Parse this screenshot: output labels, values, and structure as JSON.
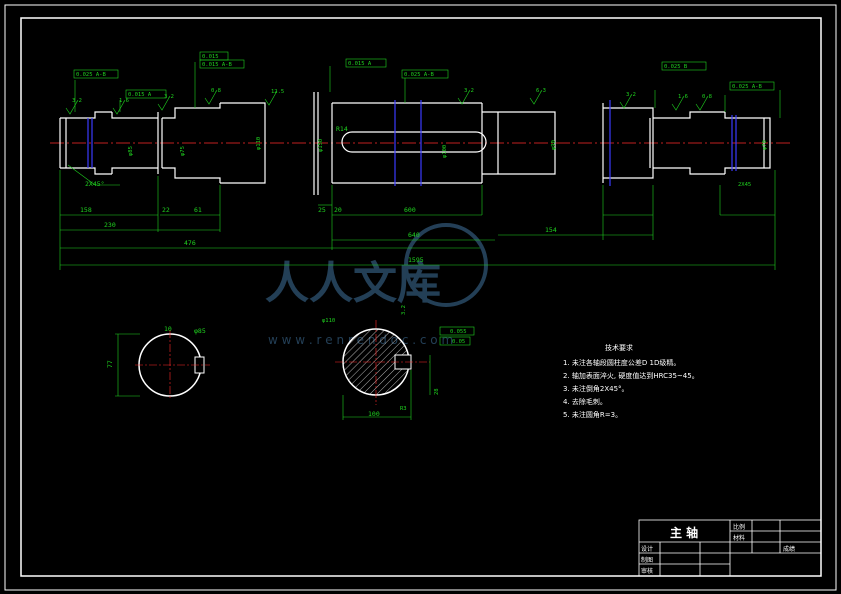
{
  "drawing": {
    "title": "主 轴",
    "title_block": {
      "scale_label": "比例",
      "material_label": "材料",
      "designer_label": "设计",
      "drawer_label": "制图",
      "checker_label": "审核",
      "school_label": "成绩"
    },
    "tech_requirements": {
      "heading": "技术要求",
      "items": [
        "1. 未注各轴段圆柱度公差D 1D级精。",
        "2. 轴加表面淬火, 硬度值达到HRC35~45。",
        "3. 未注倒角2X45°。",
        "4. 去除毛刺。",
        "5. 未注圆角R=3。"
      ]
    },
    "main_dimensions": {
      "d158": "158",
      "d230": "230",
      "d476": "476",
      "d1595": "1595",
      "d640": "640",
      "d600": "600",
      "d22": "22",
      "d61": "61",
      "d154": "154",
      "d25": "25",
      "d20": "20",
      "chamfer_left": "2X45°",
      "chamfer_right": "2X45",
      "d110": "φ110",
      "d150": "φ150",
      "d90": "φ90",
      "r14": "R14",
      "d70": "φ70",
      "d85": "φ85",
      "d75": "φ75",
      "d100": "φ100"
    },
    "section_left": {
      "top": "10",
      "dia": "φ85",
      "side": "77"
    },
    "section_right": {
      "dia": "φ110",
      "bottom": "100",
      "key": "28",
      "gap": "R3",
      "tol1": "0.055",
      "tol2": "0.05",
      "rough": "3.2"
    },
    "tolerances": {
      "t1": "0.025 A-B",
      "t2": "0.015 A",
      "t3": "0.015",
      "t4": "0.015 A-B",
      "t5": "0.015 A",
      "t6": "0.025 A-B",
      "t7": "0.025 B",
      "t8": "0.025 A-B"
    },
    "roughness": {
      "r1": "3.2",
      "r2": "1.6",
      "r3": "0.8",
      "r4": "12.5",
      "r5": "6.3"
    },
    "watermark": {
      "main": "人人文库",
      "url": "w w w . r e n r e n d o c . c o m"
    },
    "colors": {
      "line": "#ffffff",
      "dimension": "#1fd31f",
      "centerline": "#ff2a2a",
      "hidden": "#3b3bff",
      "background": "#000000"
    }
  }
}
